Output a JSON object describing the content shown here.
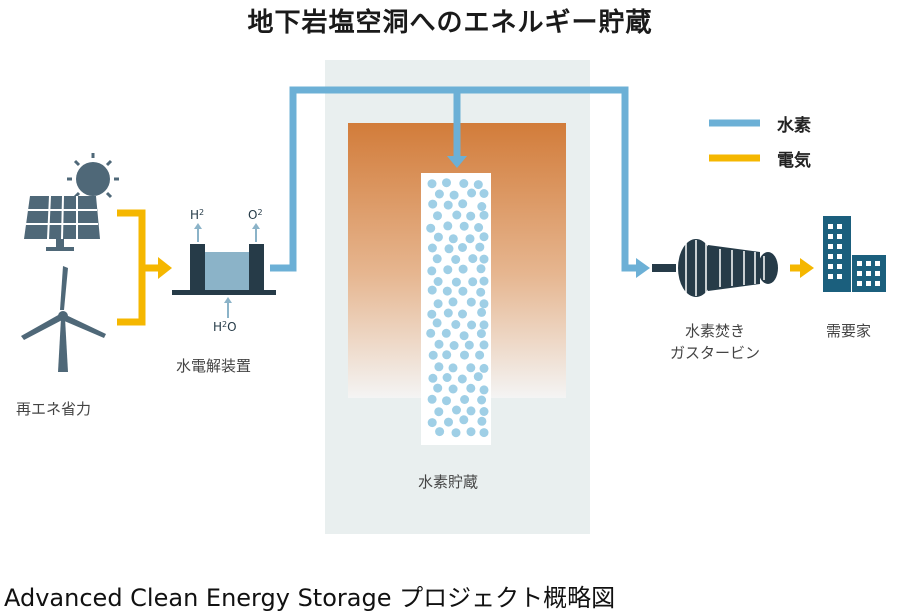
{
  "title": "地下岩塩空洞へのエネルギー貯蔵",
  "legend": {
    "hydrogen_label": "水素",
    "hydrogen_color": "#6cb0d6",
    "electricity_label": "電気",
    "electricity_color": "#f5b700"
  },
  "nodes": {
    "renewables": "再エネ省力",
    "electrolyzer": "水電解装置",
    "storage": "水素貯蔵",
    "turbine_line1": "水素焚き",
    "turbine_line2": "ガスタービン",
    "demand": "需要家"
  },
  "electrolyzer_io": {
    "h2_out": "H2",
    "o2_out": "O2",
    "water_in": "H2O"
  },
  "caption": "Advanced Clean Energy Storage プロジェクト概略図",
  "icons": [
    "sun-icon",
    "solar-panel-icon",
    "wind-turbine-icon",
    "electrolyzer-icon",
    "gas-turbine-icon",
    "buildings-icon"
  ]
}
